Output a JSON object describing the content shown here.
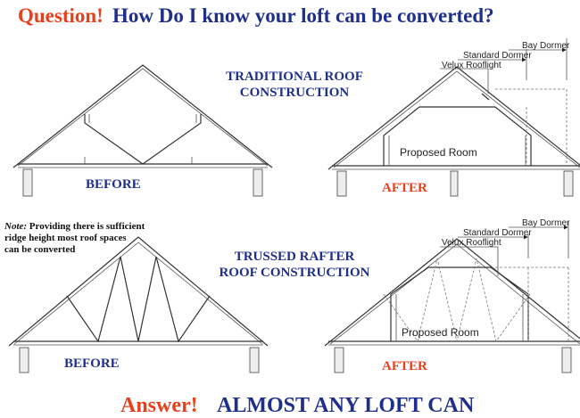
{
  "header": {
    "question": "Question!",
    "headline": "How Do I know your loft can be converted?"
  },
  "traditional": {
    "title_line1": "TRADITIONAL ROOF",
    "title_line2": "CONSTRUCTION",
    "before_label": "BEFORE",
    "after_label": "AFTER",
    "room_label": "Proposed Room",
    "annotations": {
      "bay": "Bay Dormer",
      "standard": "Standard Dormer",
      "velux": "Velux Rooflight"
    }
  },
  "note": {
    "prefix": "Note:",
    "line1": " Providing there is sufficient",
    "line2": "ridge height most roof spaces",
    "line3": "can be converted"
  },
  "trussed": {
    "title_line1": "TRUSSED RAFTER",
    "title_line2": "ROOF CONSTRUCTION",
    "before_label": "BEFORE",
    "after_label": "AFTER",
    "room_label": "Proposed  Room",
    "annotations": {
      "bay": "Bay Dormer",
      "standard": "Standard Dormer",
      "velux": "Velux Rooflight"
    }
  },
  "footer": {
    "answer": "Answer!",
    "statement": "ALMOST ANY LOFT CAN"
  },
  "colors": {
    "accent": "#e8401c",
    "navy": "#1f2f8c"
  }
}
